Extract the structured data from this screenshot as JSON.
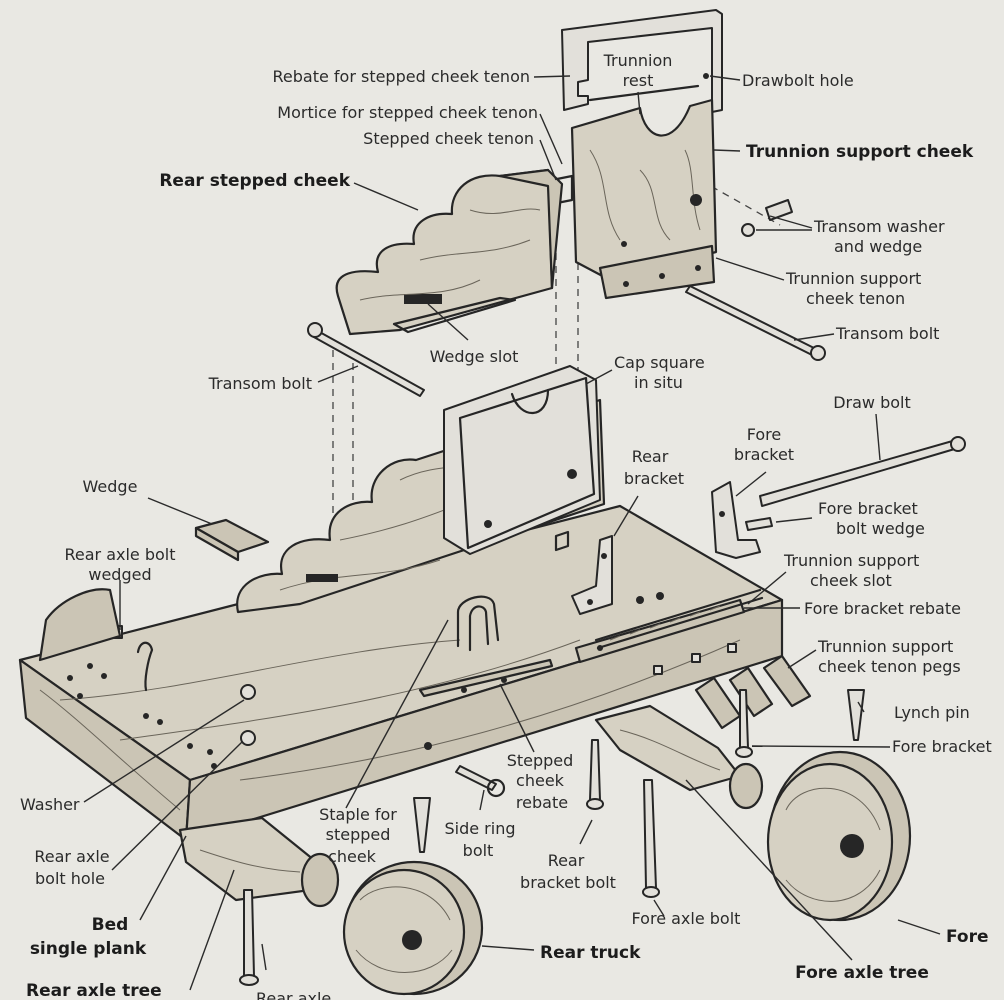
{
  "labels": {
    "rebate_stepped_cheek_tenon": "Rebate for stepped cheek tenon",
    "trunnion_rest_1": "Trunnion",
    "trunnion_rest_2": "rest",
    "drawbolt_hole": "Drawbolt hole",
    "mortice_stepped_cheek_tenon": "Mortice for stepped cheek tenon",
    "stepped_cheek_tenon": "Stepped cheek tenon",
    "trunnion_support_cheek": "Trunnion support cheek",
    "rear_stepped_cheek": "Rear stepped cheek",
    "transom_washer_1": "Transom washer",
    "transom_washer_2": "and wedge",
    "trunnion_support_cheek_tenon_1": "Trunnion support",
    "trunnion_support_cheek_tenon_2": "cheek tenon",
    "transom_bolt_right": "Transom bolt",
    "wedge_slot": "Wedge slot",
    "cap_square_1": "Cap square",
    "cap_square_2": "in situ",
    "transom_bolt_left": "Transom bolt",
    "draw_bolt": "Draw bolt",
    "rear_bracket_1": "Rear",
    "rear_bracket_2": "bracket",
    "fore_bracket_1": "Fore",
    "fore_bracket_2": "bracket",
    "wedge": "Wedge",
    "fore_bracket_bolt_wedge_1": "Fore bracket",
    "fore_bracket_bolt_wedge_2": "bolt wedge",
    "rear_axle_bolt_wedged_1": "Rear axle bolt",
    "rear_axle_bolt_wedged_2": "wedged",
    "trunnion_support_cheek_slot_1": "Trunnion support",
    "trunnion_support_cheek_slot_2": "cheek slot",
    "fore_bracket_rebate": "Fore bracket rebate",
    "trunnion_support_cheek_tenon_pegs_1": "Trunnion support",
    "trunnion_support_cheek_tenon_pegs_2": "cheek tenon pegs",
    "lynch_pin": "Lynch pin",
    "fore_bracket_right": "Fore bracket",
    "washer": "Washer",
    "stepped_cheek_rebate_1": "Stepped",
    "stepped_cheek_rebate_2": "cheek",
    "stepped_cheek_rebate_3": "rebate",
    "staple_1": "Staple for",
    "staple_2": "stepped",
    "staple_3": "cheek",
    "side_ring_bolt_1": "Side ring",
    "side_ring_bolt_2": "bolt",
    "rear_axle_bolt_hole_1": "Rear axle",
    "rear_axle_bolt_hole_2": "bolt hole",
    "rear_bracket_bolt_1": "Rear",
    "rear_bracket_bolt_2": "bracket bolt",
    "bed_1": "Bed",
    "bed_2": "single plank",
    "rear_truck": "Rear truck",
    "fore_axle_bolt": "Fore axle bolt",
    "fore": "Fore",
    "rear_axle_tree": "Rear axle tree",
    "rear_axle_partial": "Rear axle",
    "fore_axle_tree": "Fore axle tree"
  }
}
